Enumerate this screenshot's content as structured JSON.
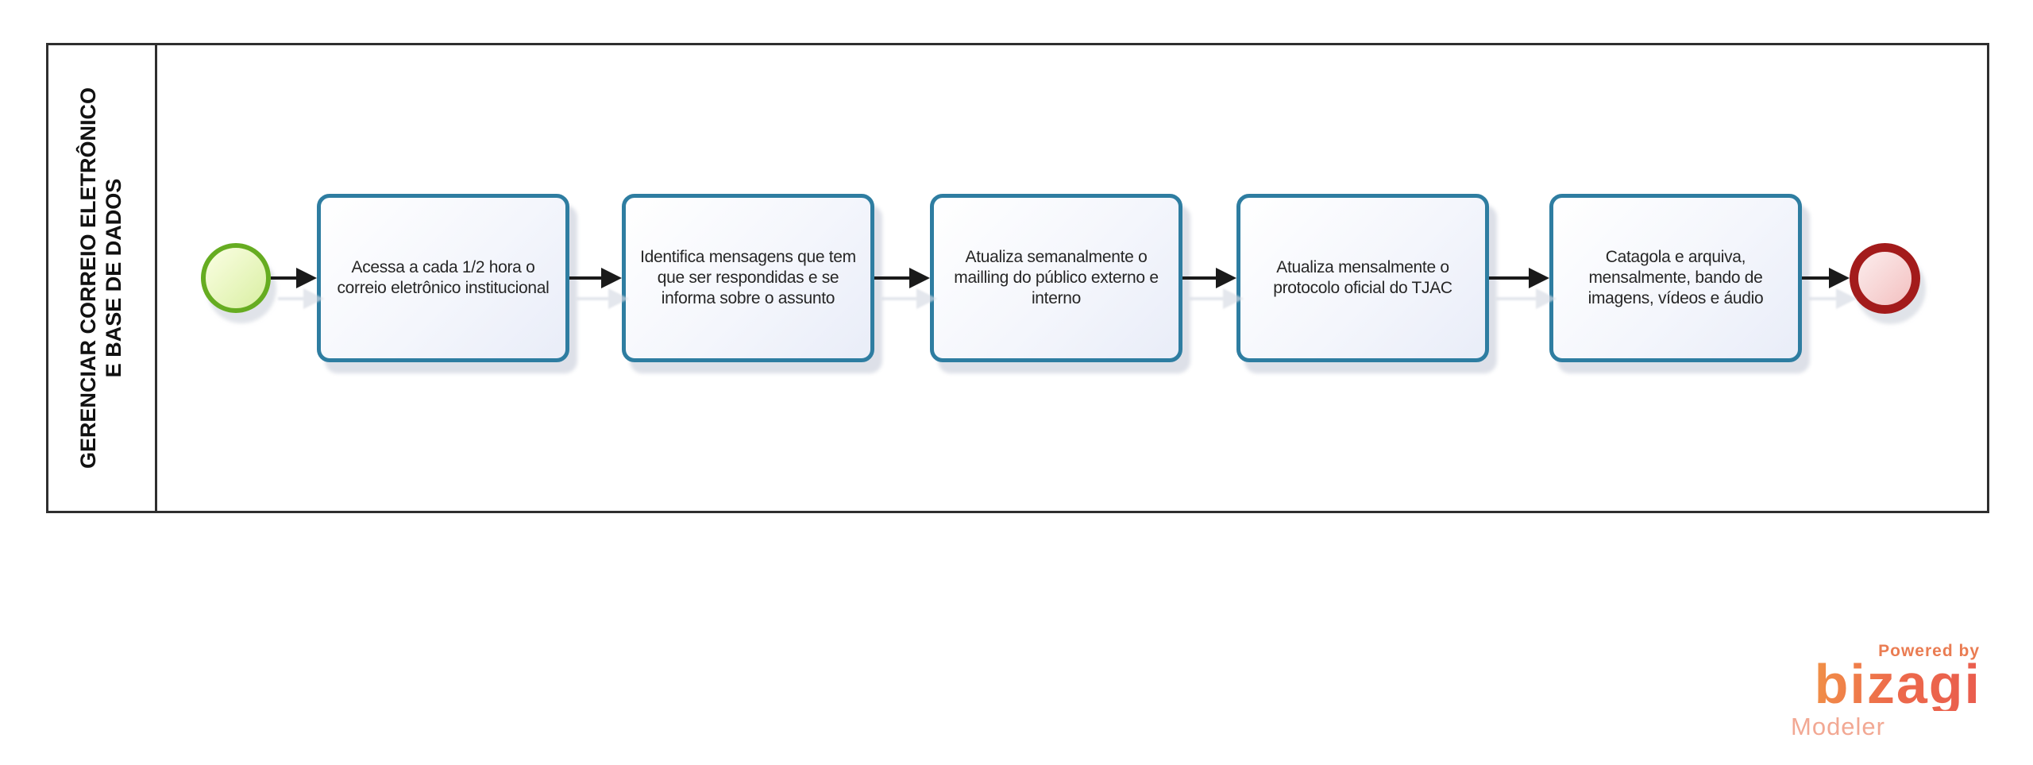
{
  "pool": {
    "lane": {
      "label_line1": "GERENCIAR CORREIO ELETRÔNICO",
      "label_line2": "E BASE DE DADOS"
    }
  },
  "process": {
    "tasks": [
      {
        "label": "Acessa a cada 1/2 hora o correio eletrônico institucional"
      },
      {
        "label": "Identifica mensagens que tem que ser respondidas e se informa sobre o assunto"
      },
      {
        "label": "Atualiza semanalmente o mailling do público externo e interno"
      },
      {
        "label": "Atualiza mensalmente o protocolo oficial do TJAC"
      },
      {
        "label": "Catagola e arquiva, mensalmente, bando de imagens, vídeos e áudio"
      }
    ]
  },
  "branding": {
    "powered_by": "Powered by",
    "brand": "bizagi",
    "product": "Modeler"
  },
  "colors": {
    "task_border": "#2e7da1",
    "task_fill_start": "#ffffff",
    "task_fill_end": "#e9edf8",
    "start_border": "#66ac21",
    "start_fill_start": "#f6fcda",
    "start_fill_end": "#d9efa2",
    "end_border": "#a31b1b",
    "end_fill_start": "#fbe9e9",
    "end_fill_end": "#f3c0c0",
    "flow_line": "#1a1a1a",
    "pool_border": "#2f2f2f",
    "brand_orange": "#ec6a4a",
    "brand_light": "#f2a893",
    "powered_by_color": "#ea7c52",
    "text_color": "#262626"
  }
}
